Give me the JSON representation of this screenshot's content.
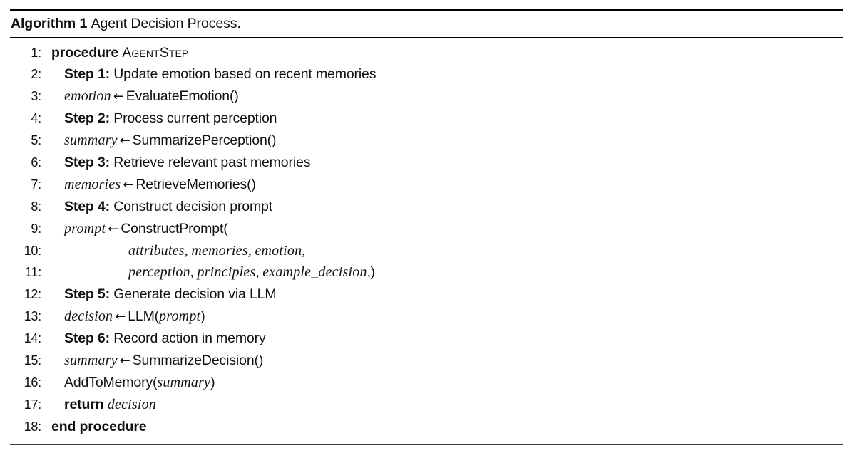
{
  "algorithm": {
    "caption": {
      "label": "Algorithm 1",
      "title": "Agent Decision Process."
    },
    "rules": {
      "top_color": "#000000",
      "mid_color": "#000000",
      "bottom_color": "#3a3a3a"
    },
    "lines": [
      {
        "no": "1:",
        "indent": 0,
        "text": "procedure AgentStep"
      },
      {
        "no": "2:",
        "indent": 1,
        "text": "Step 1: Update emotion based on recent memories"
      },
      {
        "no": "3:",
        "indent": 1,
        "text": "emotion ← EvaluateEmotion()"
      },
      {
        "no": "4:",
        "indent": 1,
        "text": "Step 2: Process current perception"
      },
      {
        "no": "5:",
        "indent": 1,
        "text": "summary ← SummarizePerception()"
      },
      {
        "no": "6:",
        "indent": 1,
        "text": "Step 3: Retrieve relevant past memories"
      },
      {
        "no": "7:",
        "indent": 1,
        "text": "memories ← RetrieveMemories()"
      },
      {
        "no": "8:",
        "indent": 1,
        "text": "Step 4: Construct decision prompt"
      },
      {
        "no": "9:",
        "indent": 1,
        "text": "prompt ← ConstructPrompt("
      },
      {
        "no": "10:",
        "indent": 2,
        "text": "attributes, memories, emotion,"
      },
      {
        "no": "11:",
        "indent": 2,
        "text": "perception, principles, example_decision,)"
      },
      {
        "no": "12:",
        "indent": 1,
        "text": "Step 5: Generate decision via LLM"
      },
      {
        "no": "13:",
        "indent": 1,
        "text": "decision ← LLM(prompt)"
      },
      {
        "no": "14:",
        "indent": 1,
        "text": "Step 6: Record action in memory"
      },
      {
        "no": "15:",
        "indent": 1,
        "text": "summary ← SummarizeDecision()"
      },
      {
        "no": "16:",
        "indent": 1,
        "text": "AddToMemory(summary)"
      },
      {
        "no": "17:",
        "indent": 1,
        "text": "return decision"
      },
      {
        "no": "18:",
        "indent": 0,
        "text": "end procedure"
      }
    ],
    "line_numbers": [
      "1:",
      "2:",
      "3:",
      "4:",
      "5:",
      "6:",
      "7:",
      "8:",
      "9:",
      "10:",
      "11:",
      "12:",
      "13:",
      "14:",
      "15:",
      "16:",
      "17:",
      "18:"
    ]
  }
}
